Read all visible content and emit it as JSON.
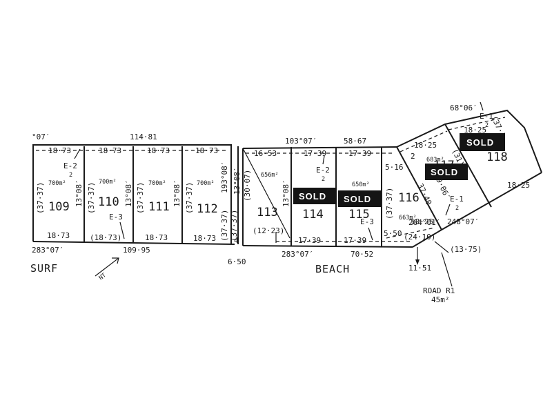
{
  "lots": [
    {
      "number": "109",
      "area": "700m²",
      "width": "18·73",
      "depth": "(37·37)",
      "easement": "E-2",
      "easement_sub": "2"
    },
    {
      "number": "110",
      "area": "700m²",
      "width": "18·73",
      "depth": "(37·37)",
      "easement": "E-3"
    },
    {
      "number": "111",
      "area": "700m²",
      "width": "18·73",
      "depth": "(37·37)"
    },
    {
      "number": "112",
      "area": "700m²",
      "width": "18·73",
      "depth": "(37·37)"
    },
    {
      "number": "113",
      "area": "656m²",
      "width": "16·53",
      "depth": "(30·07)"
    },
    {
      "number": "114",
      "area": "",
      "width": "17·39",
      "easement": "E-2",
      "easement_sub": "2"
    },
    {
      "number": "115",
      "area": "650m²",
      "width": "17·39",
      "easement": "E-3"
    },
    {
      "number": "116",
      "area": "663m²",
      "width": "5·16",
      "depth": "(37·37)",
      "easement": "E-1",
      "easement_sub": "2"
    },
    {
      "number": "117",
      "area": "683m²",
      "width": "18·25"
    },
    {
      "number": "118",
      "area": "",
      "width": "18·25",
      "easement": "E-1",
      "easement_sub": "2"
    }
  ],
  "sold_label": "SOLD",
  "streets": {
    "surf": "SURF",
    "beach": "BEACH",
    "road": "ROAD R1",
    "road_area": "45m²"
  },
  "bearings": {
    "top_left": "°07′",
    "top_mid": "103°07′",
    "right_top": "68°06′",
    "bottom_left": "283°07′",
    "bottom_mid": "283°07′",
    "bottom_right": "248°07′",
    "lot116_corner": "264°01′"
  },
  "dimensions": {
    "top_left_total": "114·81",
    "top_right_total": "58·67",
    "bottom_left_total": "109·95",
    "bottom_mid_total": "70·52",
    "gap": "6·50",
    "lot110_bottom": "(18·73)",
    "lot113_bottom": "(12·23)",
    "lot116_bottom": "5·50",
    "road_split_1": "(24·10)",
    "road_split_2": "11·51",
    "road_split_3": "(13·75)",
    "split_dim": "193°08′",
    "side_bearing": "13°08′",
    "lot4": "4",
    "gap_label": "2",
    "side_37": "(37·37)",
    "lot117_side": "(31)",
    "lot118_side": "(37·)",
    "diag_dim": "37·40",
    "lot117_mid": "9·06′"
  },
  "north_arrow": {
    "label": "NT"
  }
}
